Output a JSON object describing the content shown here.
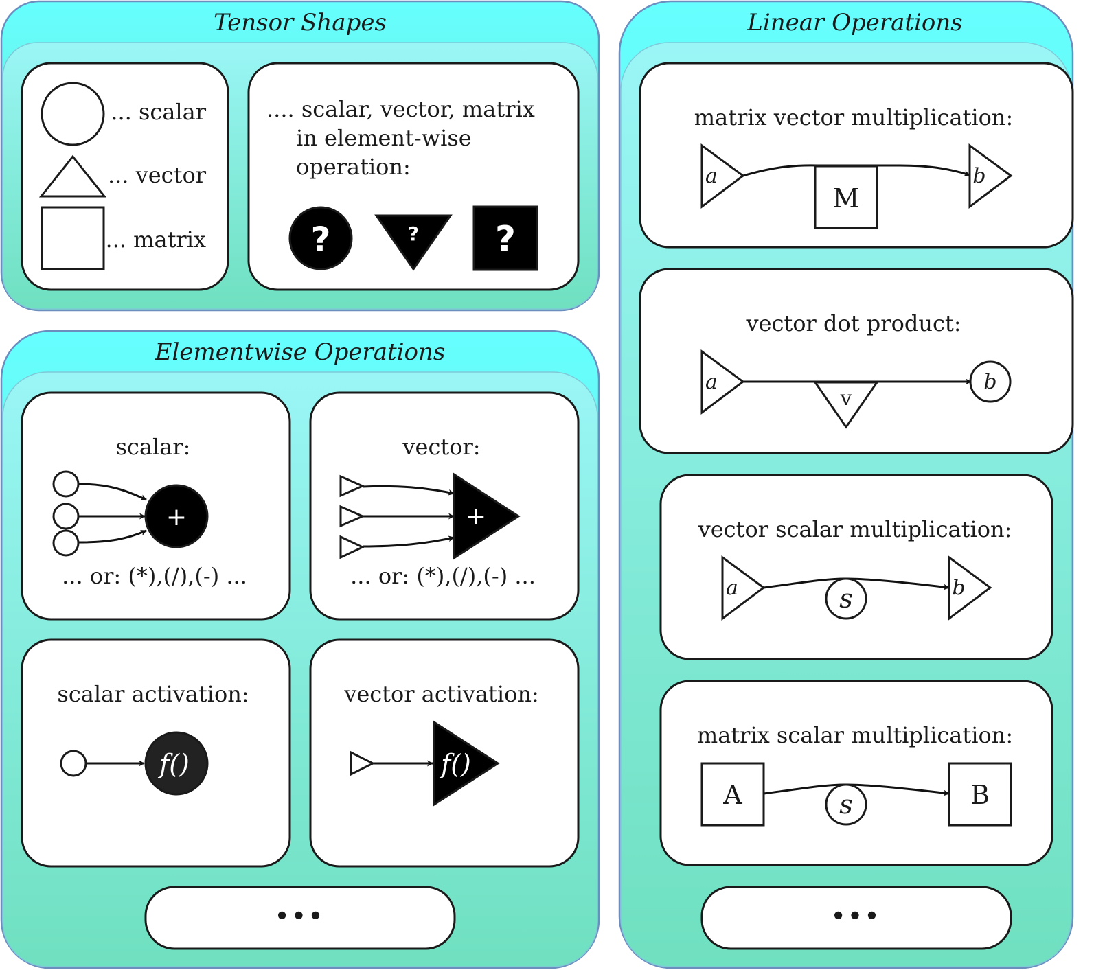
{
  "colors": {
    "panel_top": "#66FFFF",
    "panel_bottom": "#6FE0C0",
    "panel_border": "#6C8EBF",
    "ink": "#1a1a1a"
  },
  "tensor_shapes": {
    "title": "Tensor Shapes",
    "scalar_label": "... scalar",
    "vector_label": "... vector",
    "matrix_label": "... matrix",
    "elementwise_note": [
      ".... scalar, vector, matrix",
      "in element-wise",
      "operation:"
    ],
    "placeholder_symbol": "?"
  },
  "elementwise_operations": {
    "title": "Elementwise Operations",
    "scalar_title": "scalar:",
    "vector_title": "vector:",
    "operator_symbol": "+",
    "or_note": "... or: (*),(/),(-) ...",
    "scalar_activation_title": "scalar activation:",
    "vector_activation_title": "vector activation:",
    "activation_symbol": "f()",
    "more": "•••"
  },
  "linear_operations": {
    "title": "Linear Operations",
    "matvec": {
      "title": "matrix vector multiplication:",
      "input": "a",
      "operand": "M",
      "output": "b"
    },
    "dot": {
      "title": "vector dot product:",
      "input": "a",
      "operand": "v",
      "output": "b"
    },
    "vec_scalar": {
      "title": "vector scalar multiplication:",
      "input": "a",
      "operand": "s",
      "output": "b"
    },
    "mat_scalar": {
      "title": "matrix scalar multiplication:",
      "input": "A",
      "operand": "s",
      "output": "B"
    },
    "more": "•••"
  }
}
